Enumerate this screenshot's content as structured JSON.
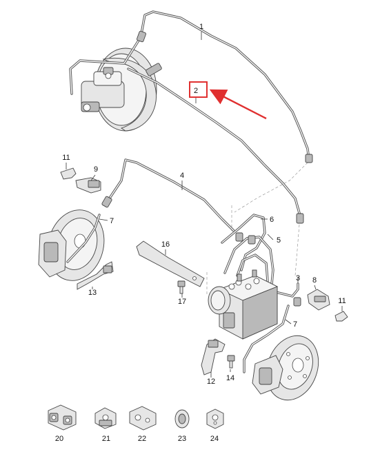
{
  "callouts": {
    "c1": "1",
    "c2": "2",
    "c3": "3",
    "c4": "4",
    "c5": "5",
    "c6": "6",
    "c7a": "7",
    "c7b": "7",
    "c8": "8",
    "c9": "9",
    "c11a": "11",
    "c11b": "11",
    "c12": "12",
    "c13": "13",
    "c14": "14",
    "c16": "16",
    "c17": "17",
    "c20": "20",
    "c21": "21",
    "c22": "22",
    "c23": "23",
    "c24": "24"
  },
  "highlight": {
    "callout": "2",
    "box_color": "#e03030",
    "arrow_color": "#e03030"
  },
  "colors": {
    "line_art": "#444444",
    "part_fill": "#e6e6e6",
    "background": "#ffffff"
  }
}
